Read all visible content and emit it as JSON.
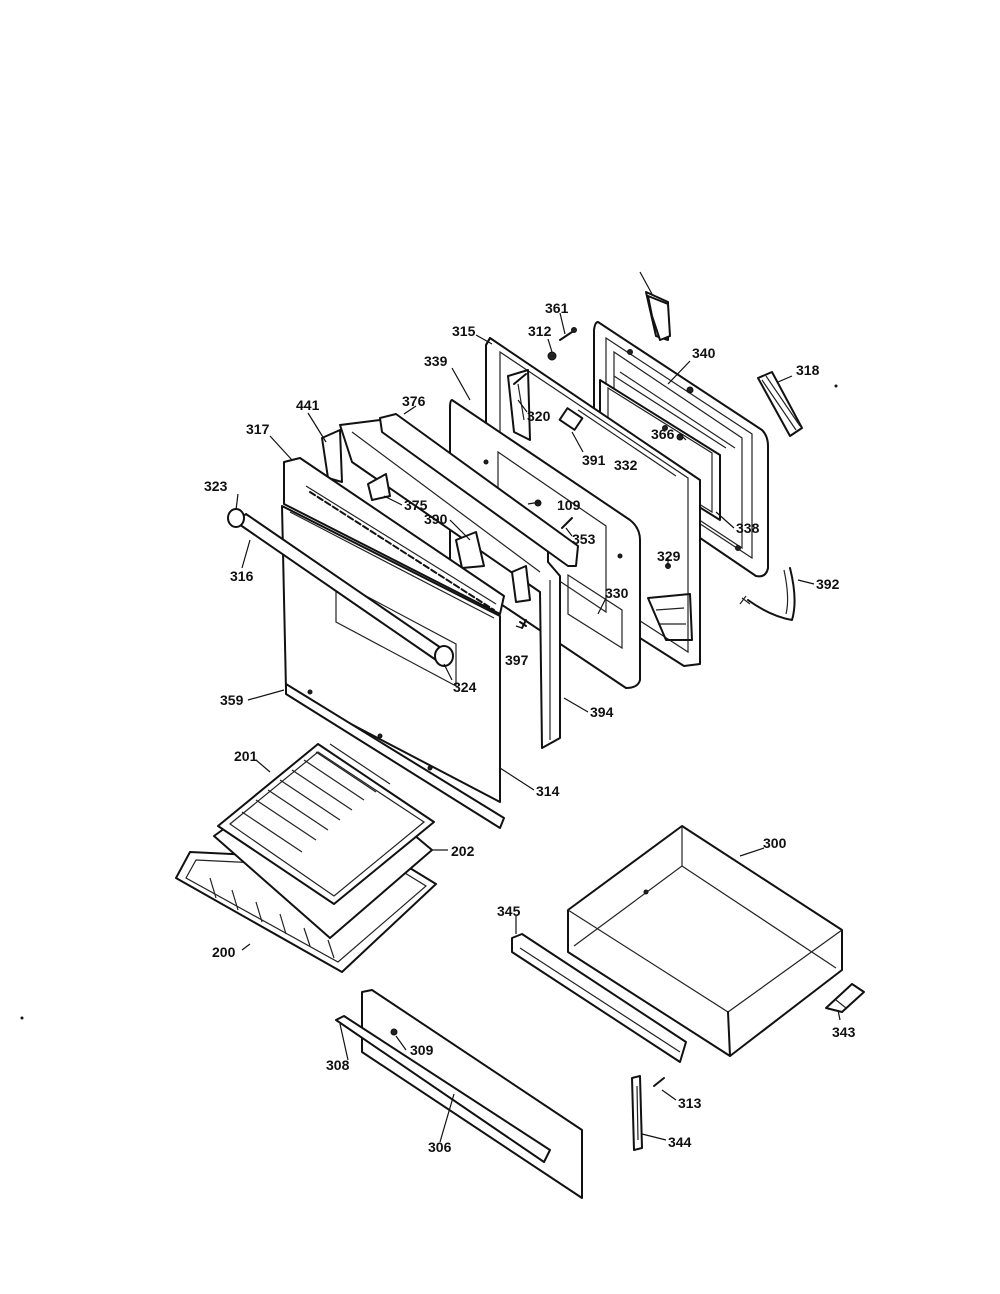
{
  "diagram": {
    "labels": {
      "p361": "361",
      "p312": "312",
      "p315": "315",
      "p340": "340",
      "p318": "318",
      "p339": "339",
      "p441": "441",
      "p376": "376",
      "p320": "320",
      "p366": "366",
      "p317": "317",
      "p391": "391",
      "p332": "332",
      "p323": "323",
      "p375": "375",
      "p109": "109",
      "p390": "390",
      "p338": "338",
      "p353": "353",
      "p316": "316",
      "p329": "329",
      "p392": "392",
      "p330": "330",
      "p397": "397",
      "p324": "324",
      "p359": "359",
      "p394": "394",
      "p201": "201",
      "p314": "314",
      "p300": "300",
      "p202": "202",
      "p345": "345",
      "p200": "200",
      "p343": "343",
      "p309": "309",
      "p308": "308",
      "p313": "313",
      "p306": "306",
      "p344": "344"
    }
  }
}
